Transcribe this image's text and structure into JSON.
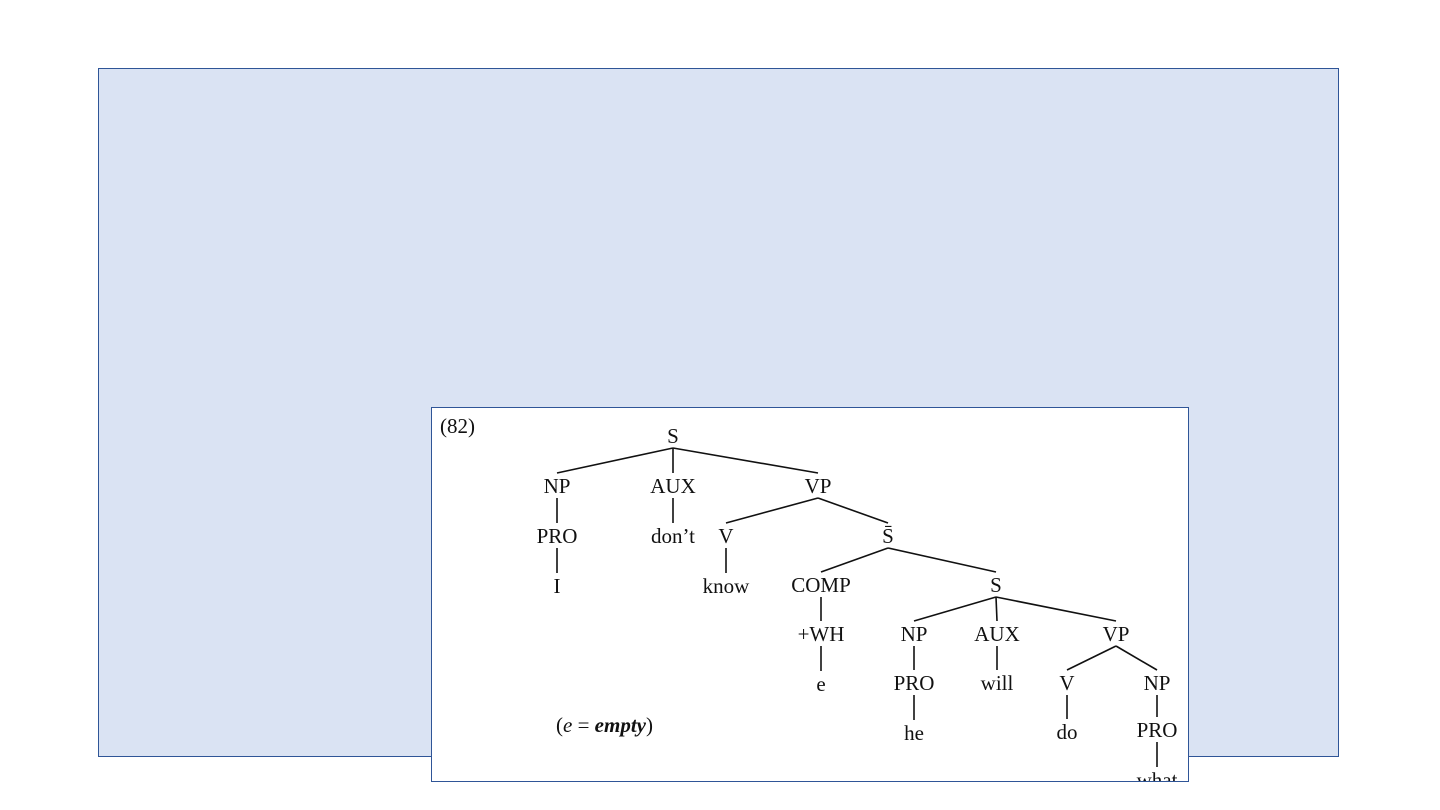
{
  "figure": {
    "number": "(82)",
    "caption_prefix": "(",
    "caption_e": "e",
    "caption_eq": " = ",
    "caption_word": "empty",
    "caption_suffix": ")",
    "tree": {
      "nodes": [
        {
          "id": "s1",
          "label": "S"
        },
        {
          "id": "np1",
          "label": "NP"
        },
        {
          "id": "pro1",
          "label": "PRO"
        },
        {
          "id": "i",
          "label": "I"
        },
        {
          "id": "aux1",
          "label": "AUX"
        },
        {
          "id": "dont",
          "label": "don’t"
        },
        {
          "id": "vp1",
          "label": "VP"
        },
        {
          "id": "v1",
          "label": "V"
        },
        {
          "id": "know",
          "label": "know"
        },
        {
          "id": "sbar",
          "label": "S̄"
        },
        {
          "id": "comp",
          "label": "COMP"
        },
        {
          "id": "wh",
          "label": "+WH"
        },
        {
          "id": "e",
          "label": "e"
        },
        {
          "id": "s2",
          "label": "S"
        },
        {
          "id": "np2",
          "label": "NP"
        },
        {
          "id": "pro2",
          "label": "PRO"
        },
        {
          "id": "he",
          "label": "he"
        },
        {
          "id": "aux2",
          "label": "AUX"
        },
        {
          "id": "will",
          "label": "will"
        },
        {
          "id": "vp2",
          "label": "VP"
        },
        {
          "id": "v2",
          "label": "V"
        },
        {
          "id": "do",
          "label": "do"
        },
        {
          "id": "np3",
          "label": "NP"
        },
        {
          "id": "pro3",
          "label": "PRO"
        },
        {
          "id": "what",
          "label": "what"
        }
      ],
      "edges": [
        [
          "s1",
          "np1"
        ],
        [
          "s1",
          "aux1"
        ],
        [
          "s1",
          "vp1"
        ],
        [
          "np1",
          "pro1"
        ],
        [
          "pro1",
          "i"
        ],
        [
          "aux1",
          "dont"
        ],
        [
          "vp1",
          "v1"
        ],
        [
          "vp1",
          "sbar"
        ],
        [
          "v1",
          "know"
        ],
        [
          "sbar",
          "comp"
        ],
        [
          "sbar",
          "s2"
        ],
        [
          "comp",
          "wh"
        ],
        [
          "wh",
          "e"
        ],
        [
          "s2",
          "np2"
        ],
        [
          "s2",
          "aux2"
        ],
        [
          "s2",
          "vp2"
        ],
        [
          "np2",
          "pro2"
        ],
        [
          "pro2",
          "he"
        ],
        [
          "aux2",
          "will"
        ],
        [
          "vp2",
          "v2"
        ],
        [
          "vp2",
          "np3"
        ],
        [
          "v2",
          "do"
        ],
        [
          "np3",
          "pro3"
        ],
        [
          "pro3",
          "what"
        ]
      ]
    }
  }
}
